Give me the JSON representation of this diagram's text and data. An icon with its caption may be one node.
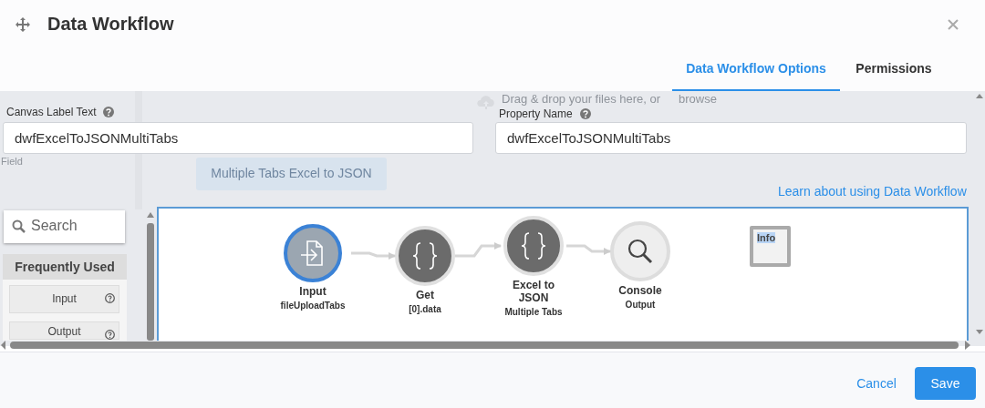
{
  "diagram": {
    "title": "Data Workflow",
    "nodes": [
      {
        "text": [
          "Input",
          "fileUploadTabs"
        ]
      },
      {
        "text": [
          "Get",
          "[0].data"
        ]
      },
      {
        "text": [
          "Excel to JSON",
          "Multiple Tabs"
        ]
      },
      {
        "text": [
          "Console",
          "Output"
        ]
      },
      {
        "text": [
          "Info"
        ]
      }
    ],
    "edges": [
      {
        "from": 0,
        "to": 1,
        "arrow": "to"
      },
      {
        "from": 1,
        "to": 2,
        "arrow": "to"
      },
      {
        "from": 2,
        "to": 3,
        "arrow": "to"
      }
    ],
    "labels": [
      "Data Workflow Options",
      "Permissions",
      "Canvas Label Text",
      "dwfExcelToJSONMultiTabs",
      "Drag & drop your files here, or",
      "browse",
      "Property Name",
      "dwfExcelToJSONMultiTabs",
      "Field",
      "Multiple Tabs Excel to JSON",
      "Learn about using Data Workflow",
      "Search",
      "Frequently Used",
      "Input",
      "Output",
      "Cancel",
      "Save"
    ]
  }
}
